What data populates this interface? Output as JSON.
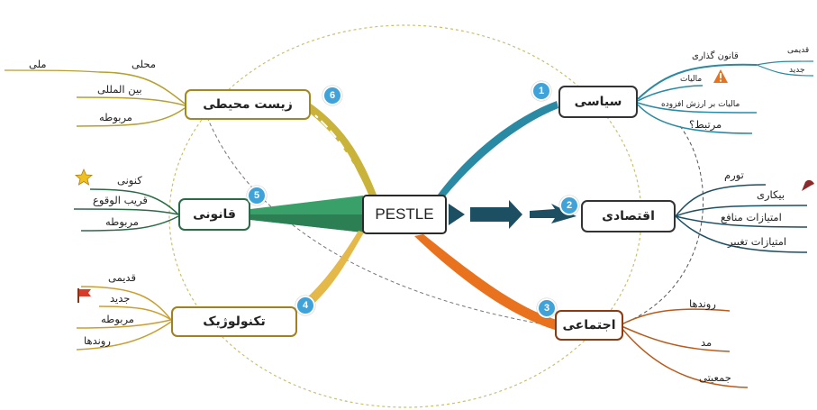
{
  "center": {
    "label": "PESTLE"
  },
  "branches": {
    "political": {
      "number": "1",
      "label": "سیاسی",
      "color": "#2a8aa3",
      "children": [
        {
          "label": "قانون گذاری",
          "children": [
            "قدیمی",
            "جدید"
          ]
        },
        {
          "label": "مالیات",
          "icon": "warning-icon"
        },
        {
          "label": "مالیات بر ارزش افزوده"
        },
        {
          "label": "مرتبط؟"
        }
      ]
    },
    "economic": {
      "number": "2",
      "label": "اقتصادی",
      "color": "#1d4f63",
      "children": [
        {
          "label": "تورم"
        },
        {
          "label": "بیکاری",
          "icon": "flag-pin-icon"
        },
        {
          "label": "امتیازات منافع"
        },
        {
          "label": "امتیازات تغییر"
        }
      ]
    },
    "social": {
      "number": "3",
      "label": "اجتماعی",
      "color": "#e8721d",
      "children": [
        {
          "label": "روندها"
        },
        {
          "label": "مد"
        },
        {
          "label": "جمعیتی"
        }
      ]
    },
    "technological": {
      "number": "4",
      "label": "تکنولوژیک",
      "color": "#e5b84a",
      "children": [
        {
          "label": "قدیمی"
        },
        {
          "label": "جدید",
          "icon": "red-flag-icon"
        },
        {
          "label": "مربوطه"
        },
        {
          "label": "روندها"
        }
      ]
    },
    "legal": {
      "number": "5",
      "label": "قانونی",
      "color": "#3aa06a",
      "children": [
        {
          "label": "کنونی",
          "icon": "star-icon"
        },
        {
          "label": "قریب الوقوع"
        },
        {
          "label": "مربوطه"
        }
      ]
    },
    "environmental": {
      "number": "6",
      "label": "زیست محیطی",
      "color": "#c9b33a",
      "children": [
        {
          "label": "محلی",
          "children": [
            "ملی"
          ]
        },
        {
          "label": "بین المللی"
        },
        {
          "label": "مربوطه"
        }
      ]
    }
  },
  "colors": {
    "badge": "#3fa3d9",
    "ellipse": "#c9c070",
    "dashed_link": "#555555"
  }
}
